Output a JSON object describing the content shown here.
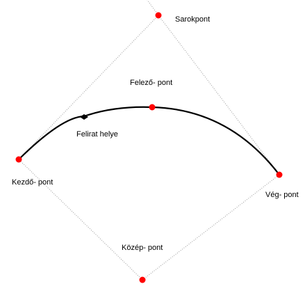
{
  "colors": {
    "point": "#ff0000",
    "arc": "#000000",
    "guide": "#9a9a9a",
    "label_marker": "#000000"
  },
  "labels": {
    "corner": "Sarokpont",
    "midpoint": "Felező- pont",
    "label_position": "Felirat helye",
    "start": "Kezdő- pont",
    "end": "Vég- pont",
    "center": "Közép- pont"
  }
}
